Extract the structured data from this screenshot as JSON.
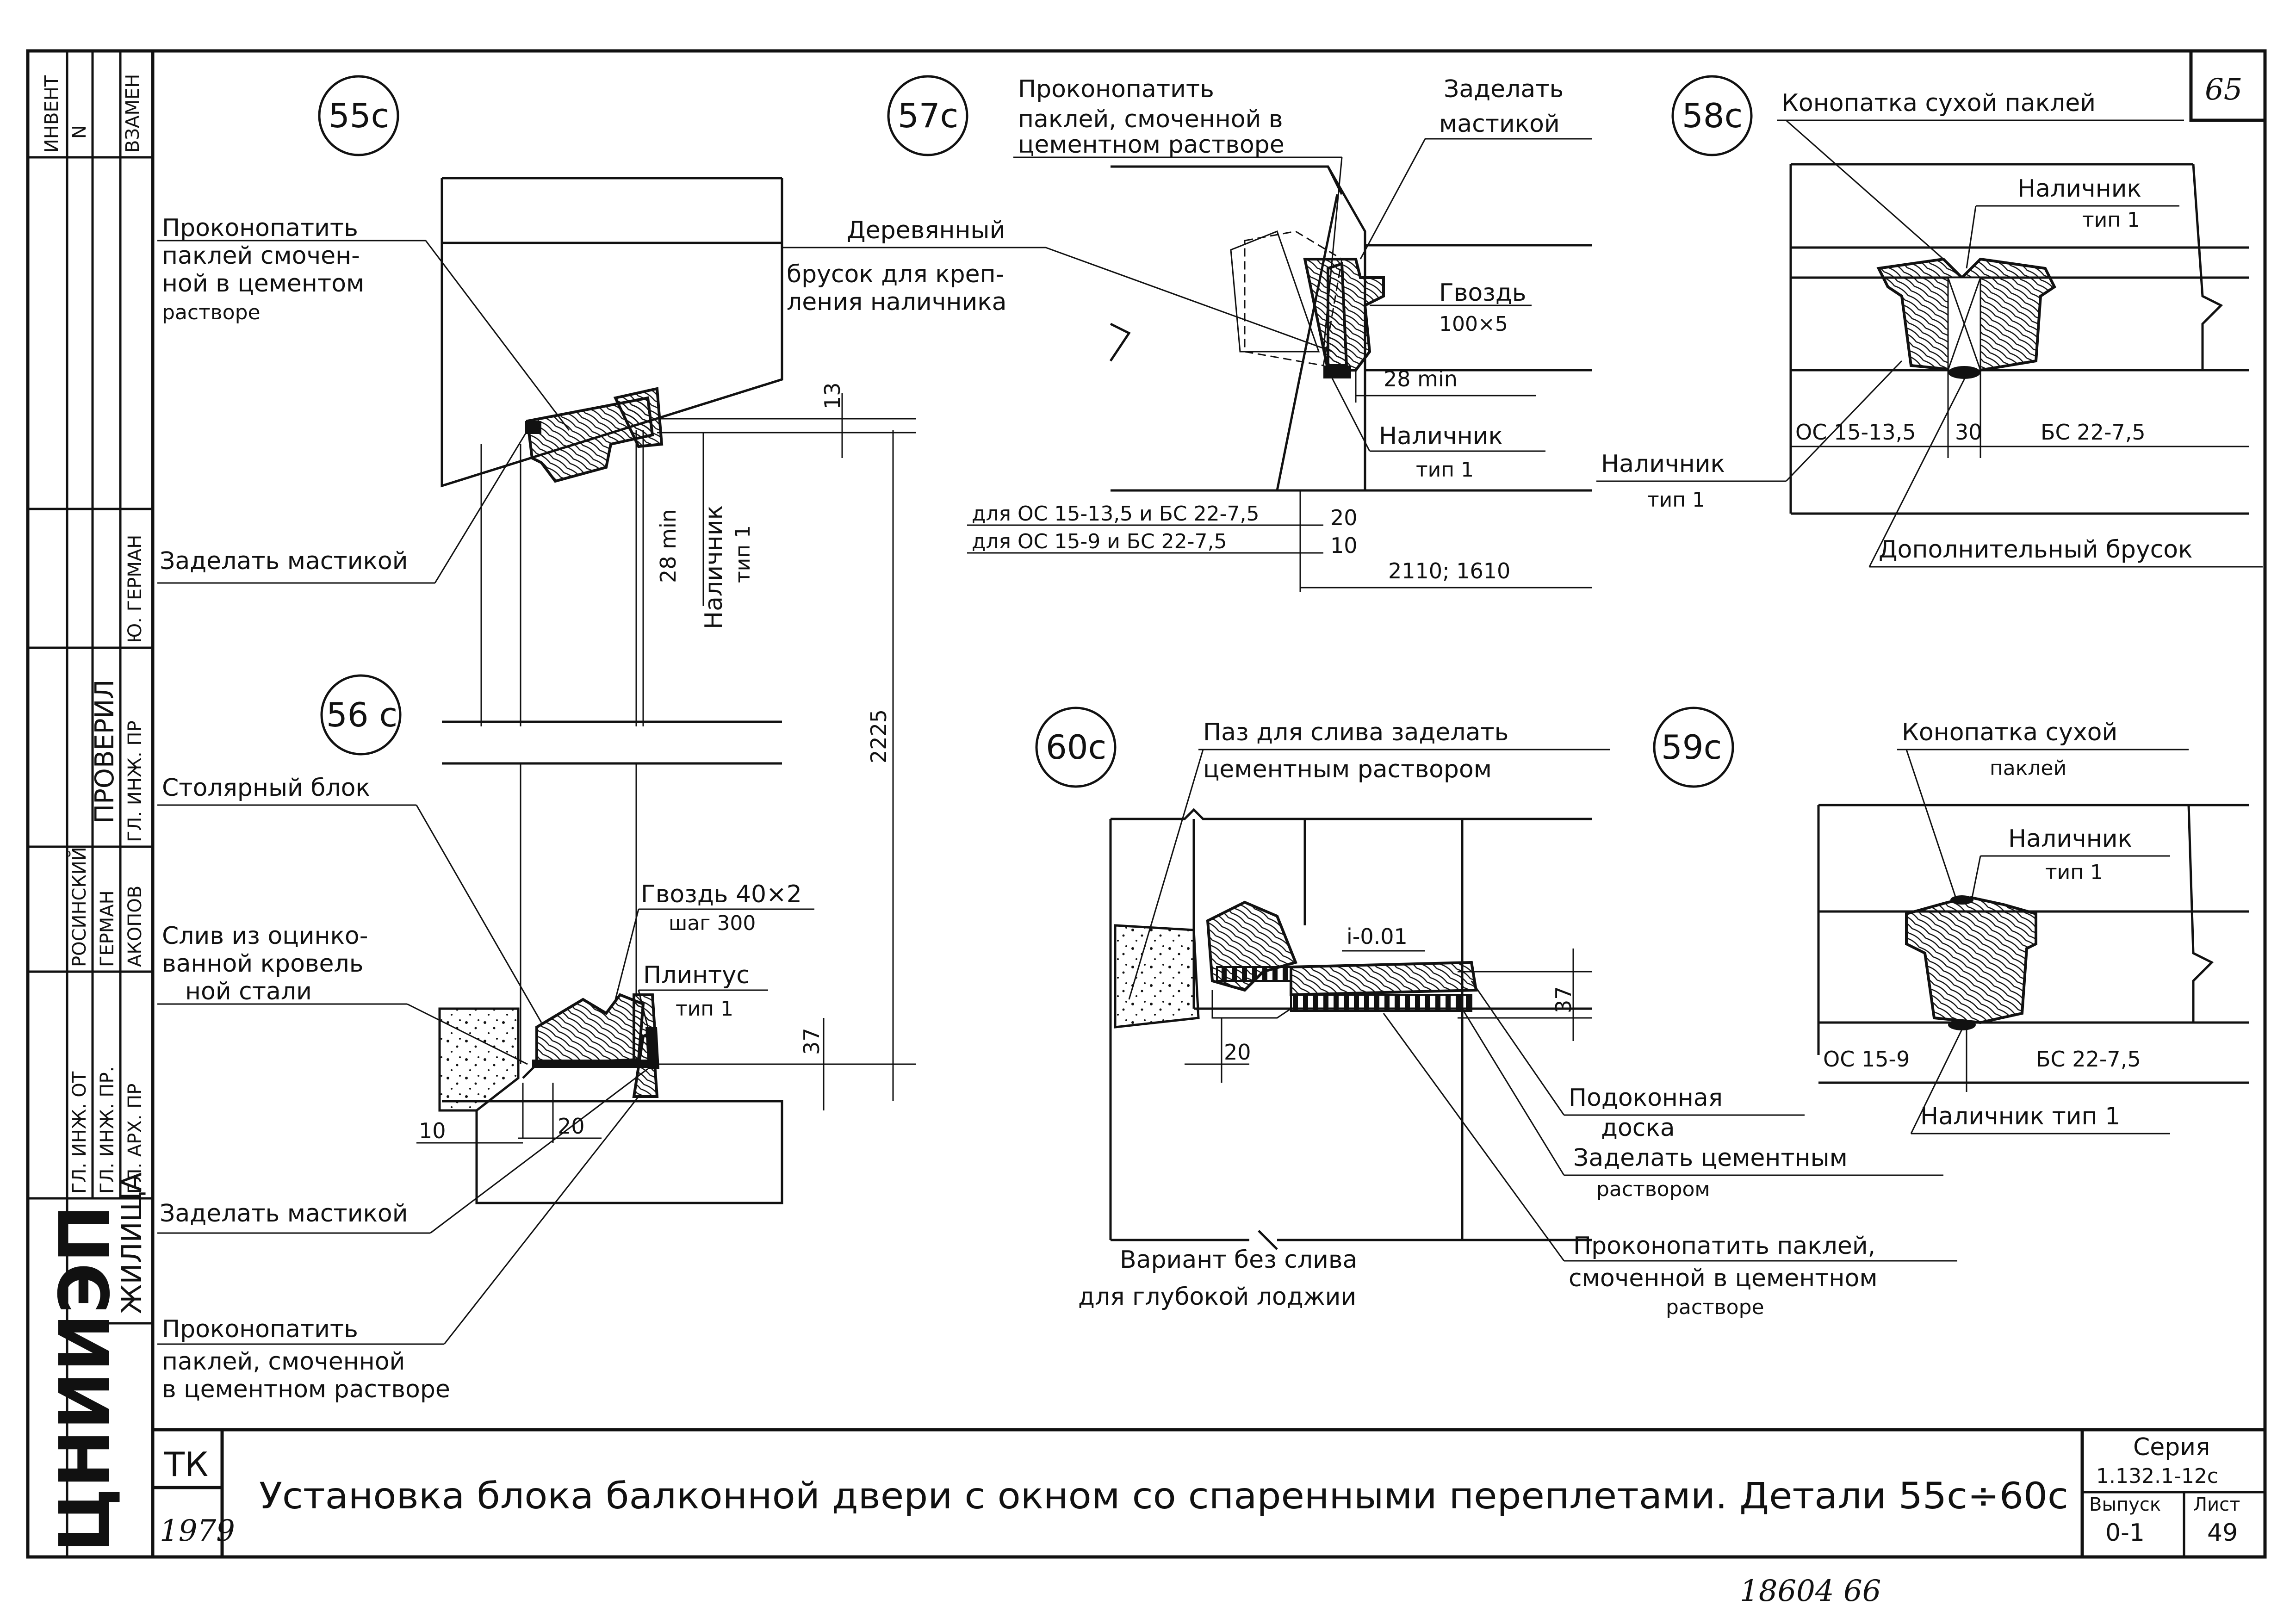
{
  "page": {
    "sheet_number": "65",
    "footer_note": "18604  66"
  },
  "left_strip": {
    "inv_label": "ИНВЕНТ",
    "n_label": "N",
    "vzamen_label": "ВЗАМЕН",
    "author_surname": "Ю. ГЕРМАН",
    "checked_label": "ПРОВЕРИЛ",
    "role_1": "ГЛ. ИНЖ. ПР",
    "person_1": "РОСИНСКИЙ",
    "person_2": "ГЕРМАН",
    "person_3": "АКОПОВ",
    "role_2": "ГЛ. ИНЖ. ОТ",
    "role_3": "ГЛ. ИНЖ. ПР.",
    "role_4": "ГЛ. АРХ. ПР",
    "org_name": "ЖИЛИЩА",
    "org_logo": "ЦНИИЭП"
  },
  "details": {
    "d55": {
      "tag": "55с",
      "notes": [
        "Проконопатить",
        "паклей смочен-",
        "ной в цементом",
        "растворе"
      ],
      "seal_note": "Заделать мастикой",
      "dim_13": "13",
      "dim_28": "28 min",
      "casing": "Наличник",
      "casing_type": "тип 1",
      "dim_2225": "2225"
    },
    "d56": {
      "tag": "56 с",
      "joinery": "Столярный блок",
      "drip_1": "Слив из оцинко-",
      "drip_2": "ванной кровель",
      "drip_3": "ной стали",
      "nail": "Гвоздь 40×2",
      "nail_step": "шаг 300",
      "plinth": "Плинтус",
      "plinth_type": "тип 1",
      "dim_37": "37",
      "dim_10": "10",
      "dim_20": "20",
      "seal_note": "Заделать мастикой",
      "caulk_1": "Проконопатить",
      "caulk_2": "паклей, смоченной",
      "caulk_3": "в цементном растворе"
    },
    "d57": {
      "tag": "57с",
      "caulk_1": "Проконопатить",
      "caulk_2": "паклей, смоченной в",
      "caulk_3": "цементном растворе",
      "seal_1": "Заделать",
      "seal_2": "мастикой",
      "bar_1": "Деревянный",
      "bar_2": "брусок для креп-",
      "bar_3": "ления наличника",
      "nail_1": "Гвоздь",
      "nail_2": "100×5",
      "dim_28": "28 min",
      "casing": "Наличник",
      "casing_type": "тип 1",
      "variant_1": "для ОС 15-13,5 и  БС 22-7,5",
      "variant_2": "для ОС 15-9  и   БС 22-7,5",
      "dim_20": "20",
      "dim_10": "10",
      "dim_span": "2110; 1610"
    },
    "d58": {
      "tag": "58с",
      "caulk": "Конопатка сухой паклей",
      "casing_top": "Наличник",
      "casing_top_type": "тип 1",
      "left_unit": "ОС 15-13,5",
      "dim_30": "30",
      "right_unit": "БС 22-7,5",
      "casing_bottom": "Наличник",
      "casing_bottom_type": "тип 1",
      "extra_bar": "Дополнительный брусок"
    },
    "d59": {
      "tag": "59с",
      "caulk_1": "Конопатка сухой",
      "caulk_2": "паклей",
      "casing": "Наличник",
      "casing_type": "тип 1",
      "left_unit": "ОС 15-9",
      "right_unit": "БС 22-7,5",
      "casing_bottom": "Наличник тип 1"
    },
    "d60": {
      "tag": "60с",
      "groove_1": "Паз для слива заделать",
      "groove_2": "цементным раствором",
      "slope": "i-0.01",
      "dim_37": "37",
      "dim_20": "20",
      "sill_1": "Подоконная",
      "sill_2": "доска",
      "fill_1": "Заделать цементным",
      "fill_2": "раствором",
      "caulk_1": "Проконопатить паклей,",
      "caulk_2": "смоченной в цементном",
      "caulk_3": "растворе",
      "variant_1": "Вариант  без слива",
      "variant_2": "для   глубокой лоджии"
    }
  },
  "title_block": {
    "tk": "ТК",
    "year": "1979",
    "title": "Установка блока балконной двери с окном со спаренными переплетами. Детали 55с÷60с",
    "series_label": "Серия",
    "series_value": "1.132.1-12с",
    "issue_label": "Выпуск",
    "issue_value": "0-1",
    "sheet_label": "Лист",
    "sheet_value": "49"
  }
}
